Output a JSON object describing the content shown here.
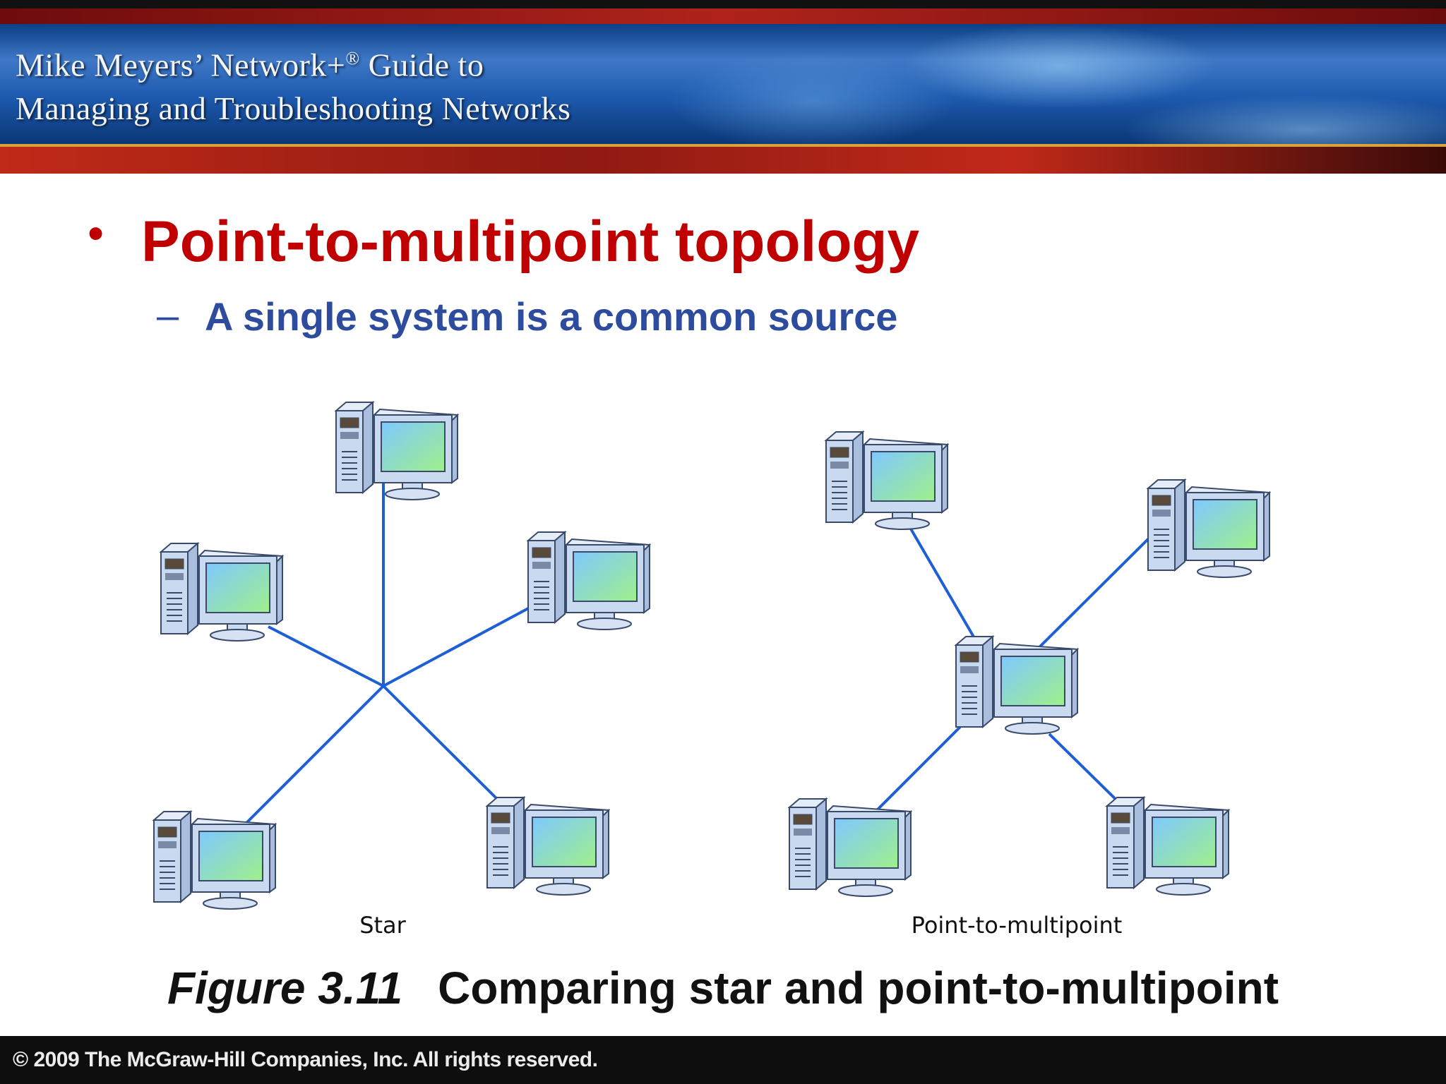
{
  "header": {
    "title_line1": "Mike Meyers’ Network+",
    "title_reg": "®",
    "title_line1_end": " Guide to",
    "title_line2": "Managing and Troubleshooting Networks"
  },
  "slide": {
    "bullet": "•",
    "heading": "Point-to-multipoint topology",
    "sub_dash": "–",
    "subheading": "A single system is a common source"
  },
  "diagram": {
    "left_label": "Star",
    "right_label": "Point-to-multipoint",
    "link_color": "#1f5fd6",
    "computer_colors": {
      "case": "#c9d9ef",
      "case_outline": "#3a4a6a",
      "screen_start": "#7fc8ff",
      "screen_end": "#9ff08a"
    }
  },
  "caption": {
    "figure_number": "Figure 3.11",
    "text": "Comparing star and point-to-multipoint"
  },
  "footer": {
    "copyright": "© 2009 The McGraw-Hill Companies, Inc. All rights reserved."
  },
  "colors": {
    "heading": "#c00000",
    "subheading": "#2e4c9e"
  }
}
